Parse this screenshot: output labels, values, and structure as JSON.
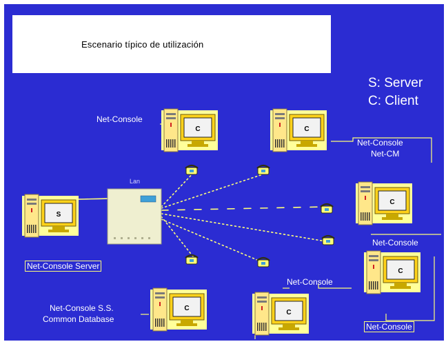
{
  "title": "Escenario típico de utilización",
  "legend": {
    "server": "S: Server",
    "client": "C: Client"
  },
  "labels": {
    "top_left": "Net-Console",
    "top_right_1": "Net-Console",
    "top_right_2": "Net-CM",
    "right_mid": "Net-Console",
    "server": "Net-Console Server",
    "bottom_mid": "Net-Console",
    "bottom_right": "Net-Console",
    "bottom_left_1": "Net-Console S.S.",
    "bottom_left_2": "Common Database"
  },
  "monitor_letters": {
    "server": "S",
    "client": "C"
  },
  "colors": {
    "background": "#2b2cd2",
    "accent": "#ffff00",
    "line": "#ffff7a"
  }
}
